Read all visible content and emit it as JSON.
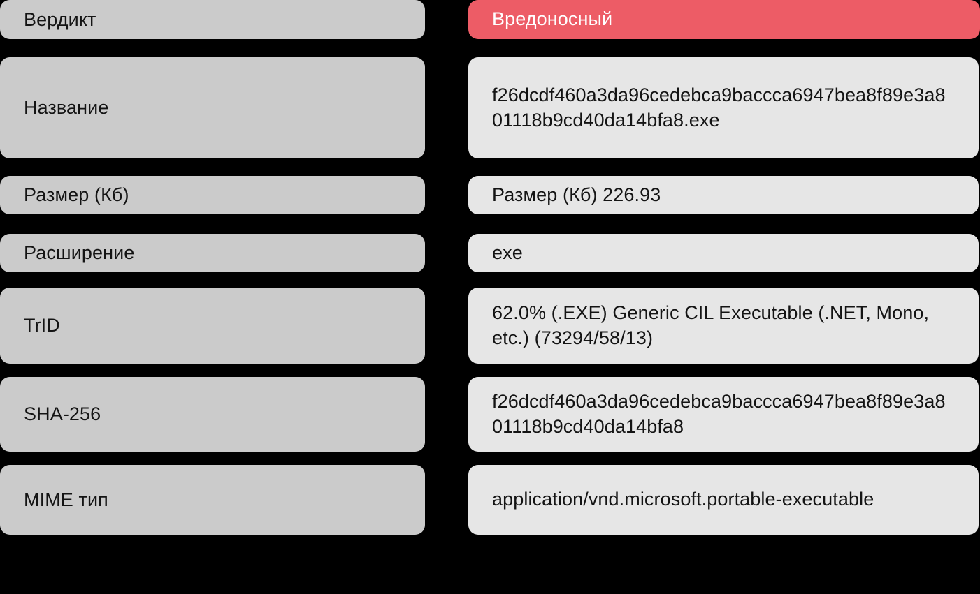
{
  "theme": {
    "background": "#000000",
    "label_pill_bg": "#cbcbcb",
    "value_pill_bg": "#e6e6e6",
    "verdict_bg": "#ed5c66",
    "verdict_text": "#ffffff",
    "text": "#141414"
  },
  "report": {
    "rows": [
      {
        "label": "Вердикт",
        "value": "Вредоносный",
        "style": "verdict"
      },
      {
        "label": "Название",
        "value": "f26dcdf460a3da96cedebca9baccca6947bea8f89e3a801118b9cd40da14bfa8.exe",
        "style": "normal"
      },
      {
        "label": "Размер (Кб)",
        "value": "Размер (Кб) 226.93",
        "style": "normal"
      },
      {
        "label": "Расширение",
        "value": "exe",
        "style": "normal"
      },
      {
        "label": "TrID",
        "value": "62.0% (.EXE) Generic CIL Executable (.NET, Mono, etc.) (73294/58/13)",
        "style": "normal"
      },
      {
        "label": "SHA-256",
        "value": "f26dcdf460a3da96cedebca9baccca6947bea8f89e3a801118b9cd40da14bfa8",
        "style": "normal"
      },
      {
        "label": "MIME тип",
        "value": "application/vnd.microsoft.portable-executable",
        "style": "normal"
      }
    ]
  }
}
